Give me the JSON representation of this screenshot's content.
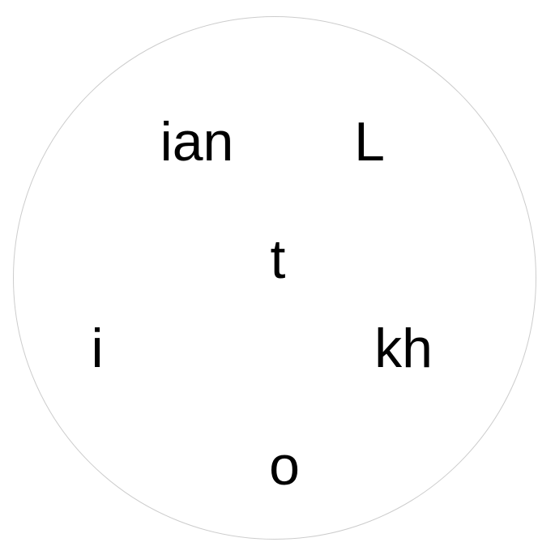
{
  "puzzle": {
    "center_tile": "t",
    "outer_tiles": [
      "ian",
      "L",
      "i",
      "kh",
      "o"
    ]
  },
  "colors": {
    "background": "#ffffff",
    "circle_border": "#cccccc",
    "text": "#000000"
  }
}
